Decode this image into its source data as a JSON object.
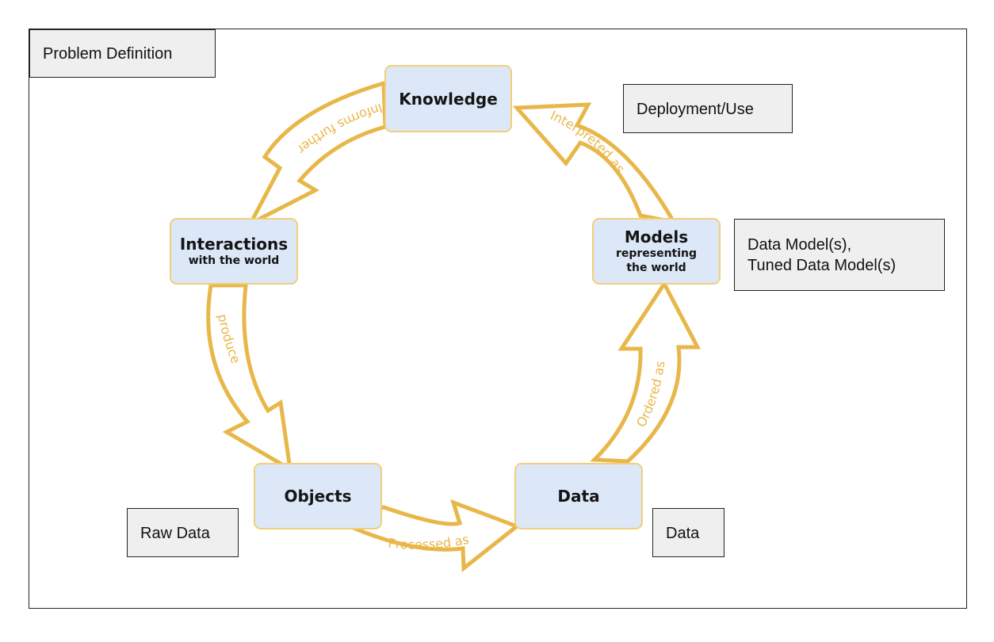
{
  "stage_labels": {
    "problem_definition": "Problem Definition",
    "deployment_use": "Deployment/Use",
    "data_models_line1": "Data Model(s),",
    "data_models_line2": "Tuned Data Model(s)",
    "raw_data": "Raw Data",
    "data": "Data"
  },
  "cycle_nodes": {
    "knowledge": {
      "title": "Knowledge"
    },
    "interactions": {
      "title": "Interactions",
      "subtitle": "with the world"
    },
    "models": {
      "title": "Models",
      "subtitle_line1": "representing",
      "subtitle_line2": "the world"
    },
    "objects": {
      "title": "Objects"
    },
    "data": {
      "title": "Data"
    }
  },
  "arrow_labels": {
    "informs_further": "Informs further",
    "produce": "produce",
    "processed_as": "Processed as",
    "ordered_as": "Ordered as",
    "interpreted_as": "Interpreted as"
  },
  "colors": {
    "arrow": "#e8b749",
    "arrow_fill": "#ffffff",
    "node_fill": "#dce8f8",
    "node_border": "#f1cf7a",
    "label_fill": "#efefef"
  }
}
